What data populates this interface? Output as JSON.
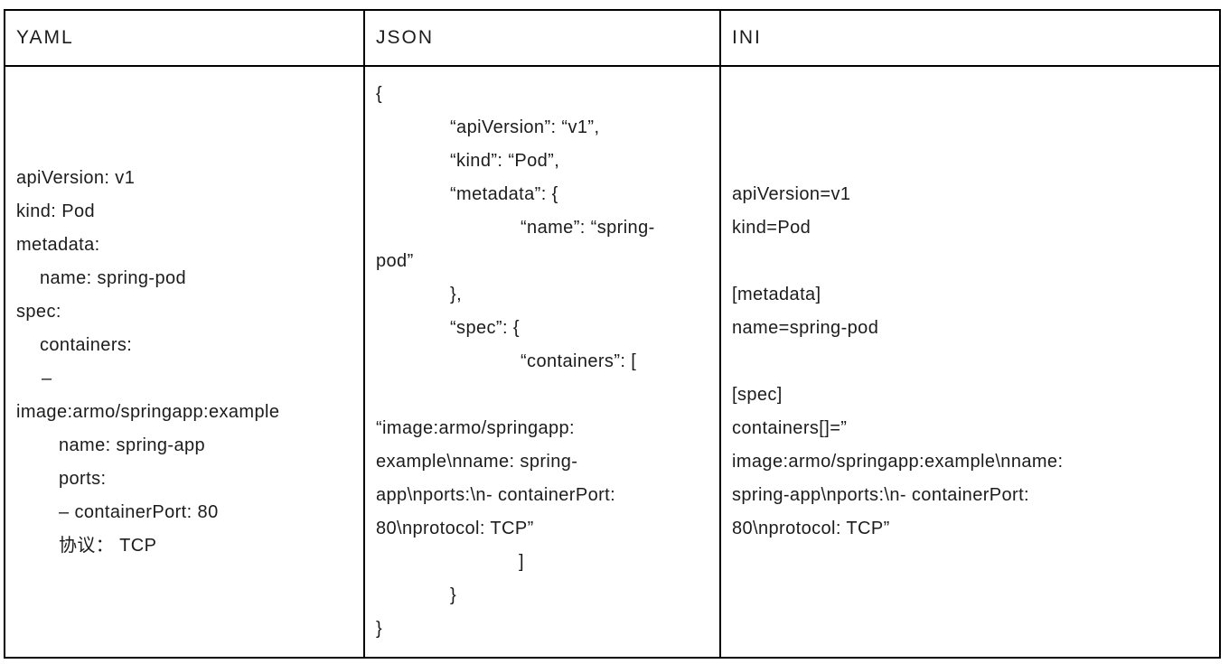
{
  "page": {
    "background_color": "#ffffff",
    "border_color": "#000000",
    "text_color": "#1c1c1c"
  },
  "table": {
    "columns": [
      {
        "id": "yaml",
        "header": "YAML",
        "lines": [
          {
            "text": "apiVersion: v1",
            "indent": 0
          },
          {
            "text": "kind: Pod",
            "indent": 0
          },
          {
            "text": "metadata:",
            "indent": 0
          },
          {
            "text": "name: spring-pod",
            "indent": 26
          },
          {
            "text": "spec:",
            "indent": 0
          },
          {
            "text": "containers:",
            "indent": 26
          },
          {
            "text": "–",
            "indent": 28
          },
          {
            "text": "image:armo/springapp:example",
            "indent": 0
          },
          {
            "text": "name: spring-app",
            "indent": 47
          },
          {
            "text": "ports:",
            "indent": 47
          },
          {
            "text": "– containerPort: 80",
            "indent": 47
          },
          {
            "text": "协议： TCP",
            "indent": 47
          }
        ]
      },
      {
        "id": "json",
        "header": "JSON",
        "lines": [
          {
            "text": "{",
            "indent": 0
          },
          {
            "text": "“apiVersion”: “v1”,",
            "indent": 82
          },
          {
            "text": "“kind”: “Pod”,",
            "indent": 82
          },
          {
            "text": "“metadata”: {",
            "indent": 82
          },
          {
            "text": "“name”: “spring-",
            "indent": 160
          },
          {
            "text": "pod”",
            "indent": 0
          },
          {
            "text": "},",
            "indent": 82
          },
          {
            "text": "“spec”: {",
            "indent": 82
          },
          {
            "text": "“containers”: [",
            "indent": 160
          },
          {
            "text": "",
            "indent": 0
          },
          {
            "text": "“image:armo/springapp:",
            "indent": 0
          },
          {
            "text": "example\\nname: spring-",
            "indent": 0
          },
          {
            "text": "app\\nports:\\n- containerPort:",
            "indent": 0
          },
          {
            "text": "80\\nprotocol: TCP”",
            "indent": 0
          },
          {
            "text": "]",
            "indent": 158
          },
          {
            "text": "}",
            "indent": 82
          },
          {
            "text": "}",
            "indent": 0
          }
        ]
      },
      {
        "id": "ini",
        "header": "INI",
        "lines": [
          {
            "text": "apiVersion=v1",
            "indent": 0
          },
          {
            "text": "kind=Pod",
            "indent": 0
          },
          {
            "text": "",
            "indent": 0
          },
          {
            "text": "[metadata]",
            "indent": 0
          },
          {
            "text": "name=spring-pod",
            "indent": 0
          },
          {
            "text": "",
            "indent": 0
          },
          {
            "text": "[spec]",
            "indent": 0
          },
          {
            "text": "containers[]=”",
            "indent": 0
          },
          {
            "text": "image:armo/springapp:example\\nname:",
            "indent": 0
          },
          {
            "text": "spring-app\\nports:\\n- containerPort:",
            "indent": 0
          },
          {
            "text": "80\\nprotocol: TCP”",
            "indent": 0
          }
        ]
      }
    ]
  }
}
